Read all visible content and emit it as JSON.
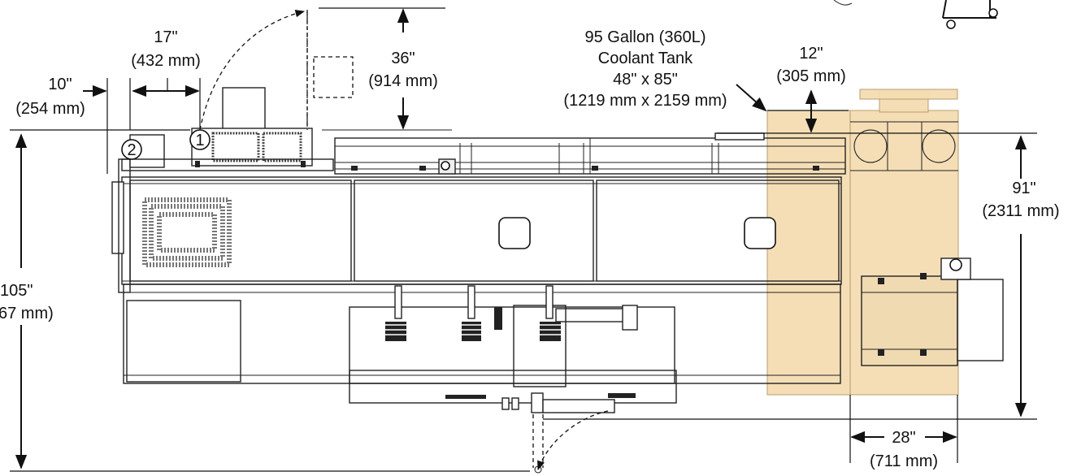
{
  "dimensions": {
    "d10": {
      "in": "10\"",
      "mm": "(254 mm)"
    },
    "d17": {
      "in": "17\"",
      "mm": "(432 mm)"
    },
    "d36": {
      "in": "36\"",
      "mm": "(914 mm)"
    },
    "d12": {
      "in": "12\"",
      "mm": "(305 mm)"
    },
    "d91": {
      "in": "91\"",
      "mm": "(2311 mm)"
    },
    "d105": {
      "in": "105\"",
      "mm": "67 mm)"
    },
    "d28": {
      "in": "28\"",
      "mm": "(711 mm)"
    }
  },
  "coolant_tank": {
    "line1": "95 Gallon (360L)",
    "line2": "Coolant Tank",
    "line3": "48\" x 85\"",
    "line4": "(1219 mm x 2159 mm)"
  },
  "callouts": [
    "1",
    "2"
  ],
  "colors": {
    "tank_fill": "#f5ddb2",
    "lines": "#111111"
  }
}
